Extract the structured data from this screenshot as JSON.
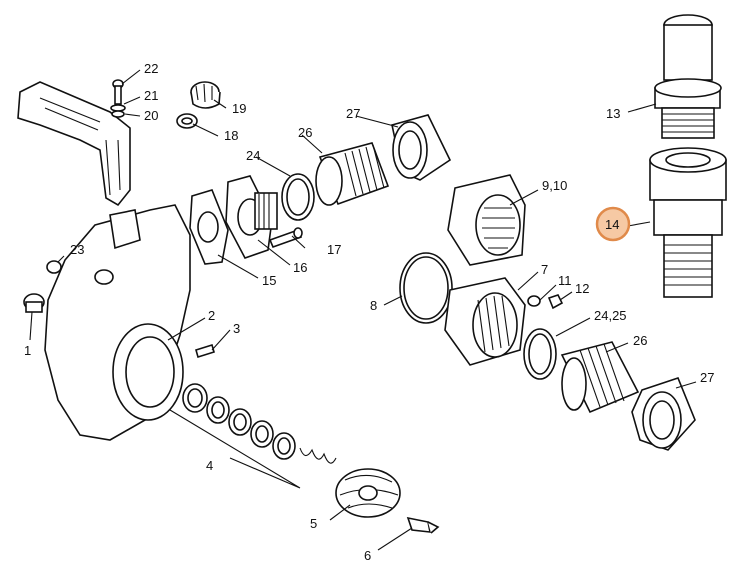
{
  "callouts": {
    "c1": "1",
    "c2": "2",
    "c3": "3",
    "c4": "4",
    "c5": "5",
    "c6": "6",
    "c7": "7",
    "c8": "8",
    "c9_10": "9,10",
    "c11": "11",
    "c12": "12",
    "c13": "13",
    "c14": "14",
    "c15": "15",
    "c16": "16",
    "c17": "17",
    "c18": "18",
    "c19": "19",
    "c20": "20",
    "c21": "21",
    "c22": "22",
    "c23": "23",
    "c24": "24",
    "c24_25": "24,25",
    "c26a": "26",
    "c26b": "26",
    "c27a": "27",
    "c27b": "27"
  },
  "highlight_color": "#f6c9a4"
}
